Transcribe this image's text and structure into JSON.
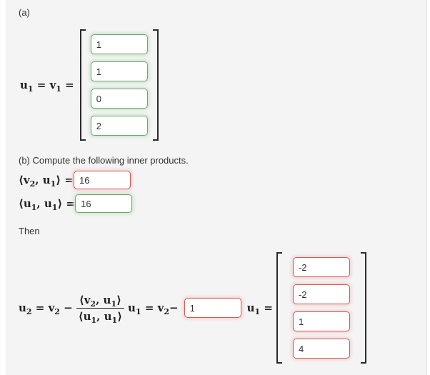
{
  "page": {
    "part_a_label": "(a)",
    "part_b_heading": "(b) Compute the following inner products.",
    "then_label": "Then"
  },
  "math": {
    "a_lhs": [
      {
        "t": "u",
        "sub": "1"
      },
      {
        "t": " = "
      },
      {
        "t": "v",
        "sub": "1"
      },
      {
        "t": " ="
      }
    ],
    "ip1_label": [
      {
        "t": "⟨"
      },
      {
        "t": "v",
        "sub": "2"
      },
      {
        "t": ", "
      },
      {
        "t": "u",
        "sub": "1"
      },
      {
        "t": "⟩ ="
      }
    ],
    "ip2_label": [
      {
        "t": "⟨"
      },
      {
        "t": "u",
        "sub": "1"
      },
      {
        "t": ", "
      },
      {
        "t": "u",
        "sub": "1"
      },
      {
        "t": "⟩ ="
      }
    ],
    "eq_lhs": [
      {
        "t": "u",
        "sub": "2"
      },
      {
        "t": " = "
      },
      {
        "t": "v",
        "sub": "2"
      },
      {
        "t": " −"
      }
    ],
    "frac_num": [
      {
        "t": "⟨"
      },
      {
        "t": "v",
        "sub": "2"
      },
      {
        "t": ", "
      },
      {
        "t": "u",
        "sub": "1"
      },
      {
        "t": "⟩"
      }
    ],
    "frac_den": [
      {
        "t": "⟨"
      },
      {
        "t": "u",
        "sub": "1"
      },
      {
        "t": ", "
      },
      {
        "t": "u",
        "sub": "1"
      },
      {
        "t": "⟩"
      }
    ],
    "eq_mid": [
      {
        "t": "u",
        "sub": "1"
      },
      {
        "t": " = "
      },
      {
        "t": "v",
        "sub": "2"
      },
      {
        "t": "−"
      }
    ],
    "eq_after_box": [
      {
        "t": "u",
        "sub": "1"
      },
      {
        "t": " ="
      }
    ]
  },
  "answers": {
    "a_vector": {
      "status": "correct",
      "values": [
        "1",
        "1",
        "0",
        "2"
      ]
    },
    "ip1": {
      "status": "incorrect",
      "value": "16"
    },
    "ip2": {
      "status": "correct",
      "value": "16"
    },
    "scalar": {
      "status": "incorrect",
      "value": "1"
    },
    "u2_vector": {
      "status": "incorrect",
      "values": [
        "-2",
        "-2",
        "1",
        "4"
      ]
    }
  },
  "colors": {
    "panel_bg": "#f4f4f5",
    "correct_border": "#6ea96e",
    "correct_glow": "#cde4cd",
    "incorrect_border": "#d25b55",
    "incorrect_glow": "#f1d2d0",
    "text": "#333333",
    "math_text": "#1f1f1f"
  }
}
